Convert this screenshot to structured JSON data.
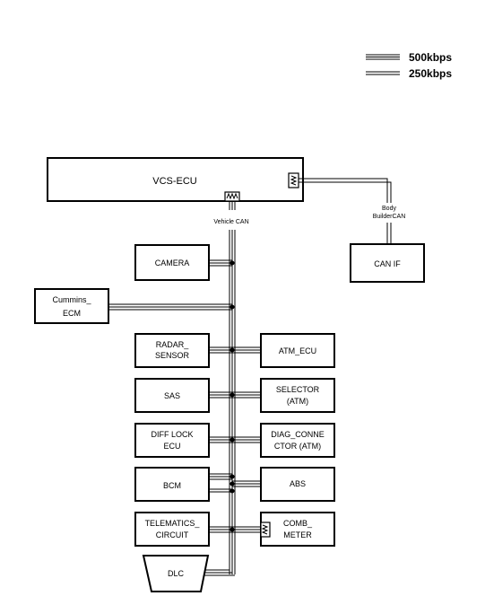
{
  "legend": {
    "fast": "500kbps",
    "slow": "250kbps"
  },
  "nodes": {
    "vcs_ecu": "VCS-ECU",
    "can_if": "CAN IF",
    "camera": "CAMERA",
    "cummins": [
      "Cummins_",
      "ECM"
    ],
    "radar": [
      "RADAR_",
      "SENSOR"
    ],
    "atm_ecu": "ATM_ECU",
    "sas": "SAS",
    "selector": [
      "SELECTOR",
      "(ATM)"
    ],
    "diff_lock": [
      "DIFF LOCK",
      "ECU"
    ],
    "diag": [
      "DIAG_CONNE",
      "CTOR (ATM)"
    ],
    "bcm": "BCM",
    "abs": "ABS",
    "telematics": [
      "TELEMATICS_",
      "CIRCUIT"
    ],
    "comb_meter": [
      "COMB_",
      "METER"
    ],
    "dlc": "DLC"
  },
  "bus_labels": {
    "vehicle_can": "Vehicle CAN",
    "body_builder": [
      "Body",
      "BuilderCAN"
    ]
  }
}
